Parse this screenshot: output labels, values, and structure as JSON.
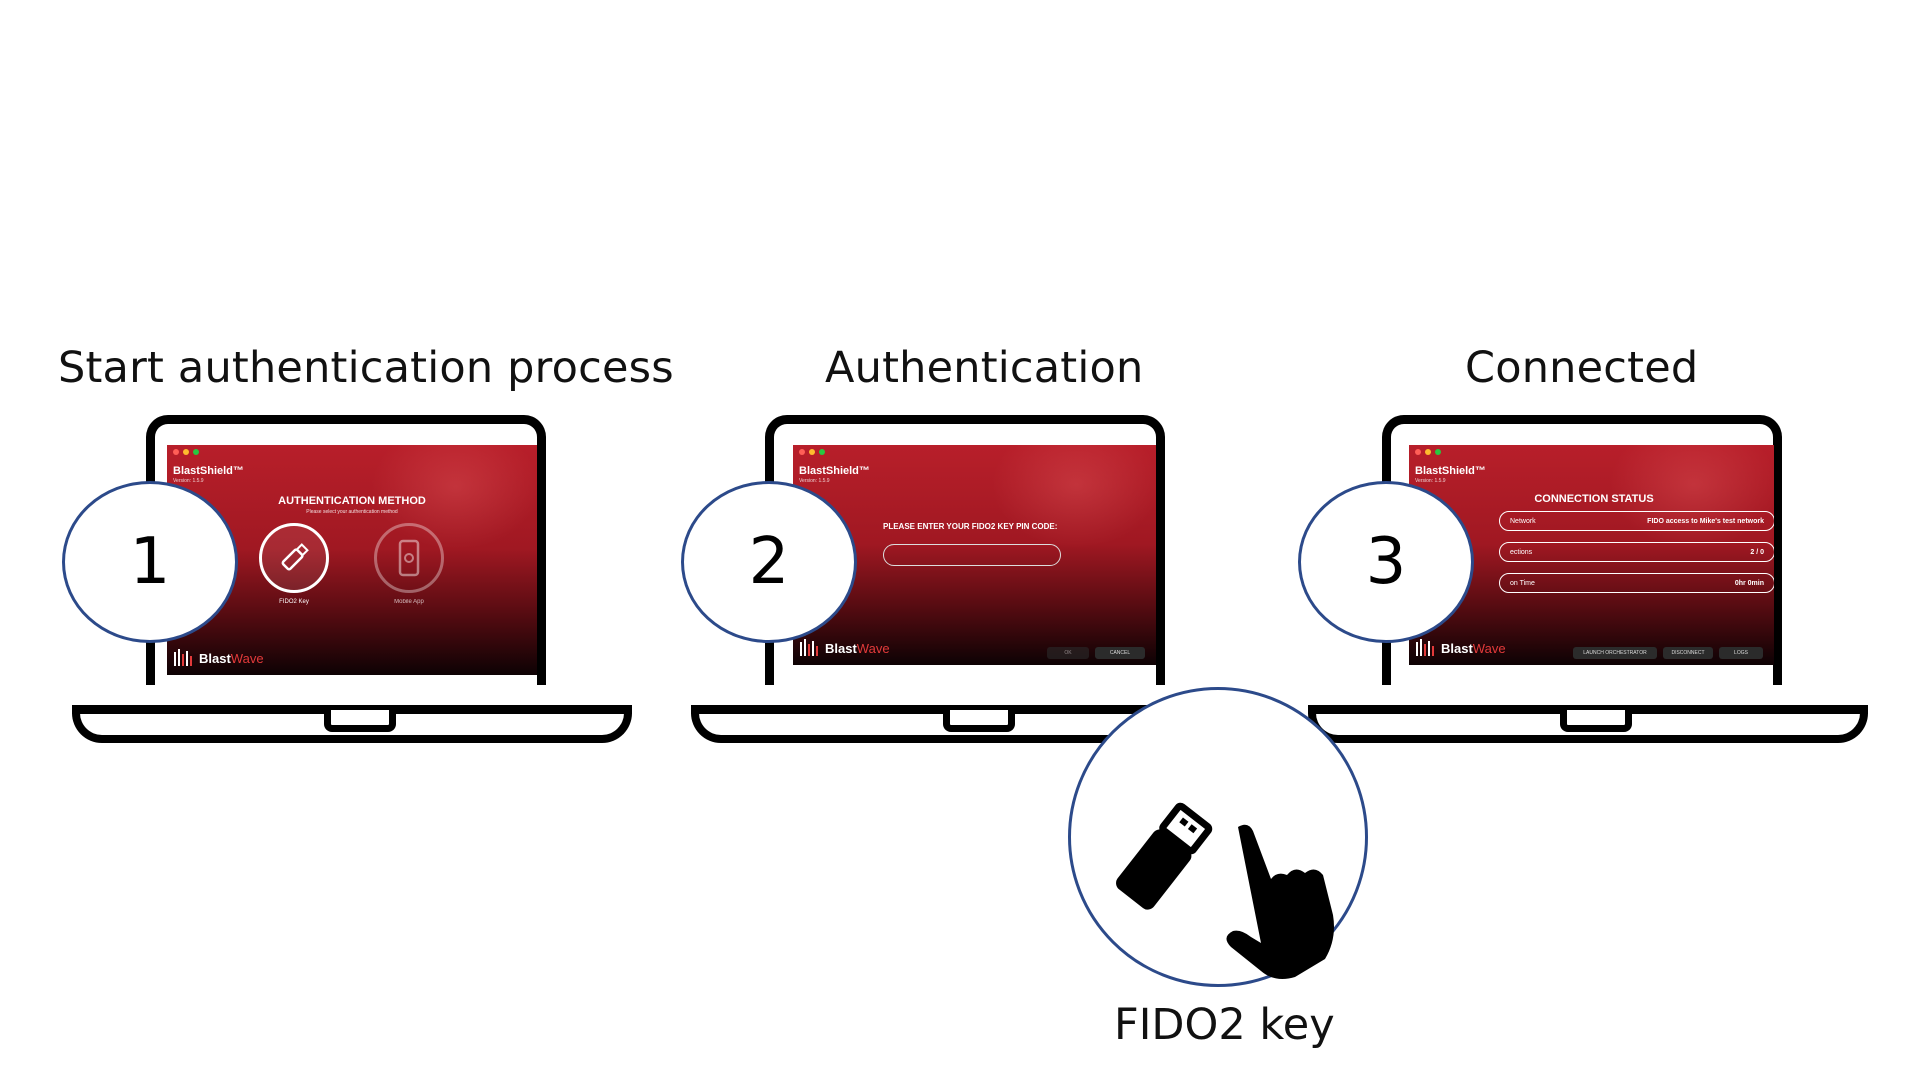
{
  "steps": [
    {
      "title": "Start authentication process",
      "number": "1"
    },
    {
      "title": "Authentication",
      "number": "2"
    },
    {
      "title": "Connected",
      "number": "3"
    }
  ],
  "app": {
    "brand": "BlastShield™",
    "version": "Version: 1.5.9",
    "logo_blast": "Blast",
    "logo_wave": "Wave"
  },
  "screen1": {
    "title": "AUTHENTICATION METHOD",
    "subtitle": "Please select your authentication method",
    "option_fido": "FIDO2 Key",
    "option_mobile": "Mobile App"
  },
  "screen2": {
    "pin_label": "PLEASE ENTER YOUR FIDO2 KEY PIN CODE:",
    "ok_label": "OK",
    "cancel_label": "CANCEL"
  },
  "screen3": {
    "title": "CONNECTION STATUS",
    "rows": [
      {
        "label": "Network",
        "value": "FIDO access to Mike's test network"
      },
      {
        "label": "ections",
        "value": "2 / 0"
      },
      {
        "label": "on Time",
        "value": "0hr 0min"
      }
    ],
    "launch_label": "LAUNCH ORCHESTRATOR",
    "disconnect_label": "DISCONNECT",
    "logs_label": "LOGS"
  },
  "key": {
    "label": "FIDO2 key"
  },
  "colors": {
    "circle_border": "#2c4a8a",
    "screen_red": "#b81f2a",
    "wave_red": "#e23a3a"
  }
}
